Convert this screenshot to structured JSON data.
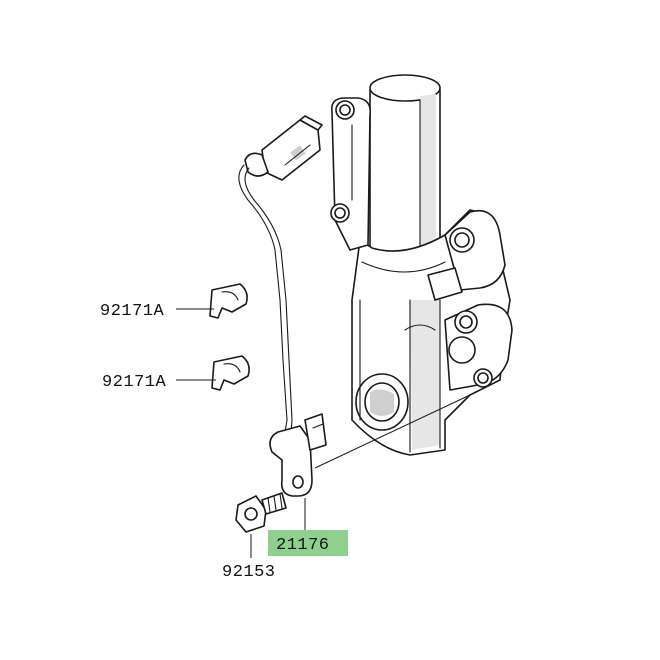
{
  "diagram": {
    "parts": [
      {
        "id": "clip_upper",
        "label": "92171A",
        "icon": "wire-clip-icon"
      },
      {
        "id": "clip_lower",
        "label": "92171A",
        "icon": "wire-clip-icon"
      },
      {
        "id": "sensor",
        "label": "21176",
        "icon": "abs-sensor-icon",
        "highlighted": true
      },
      {
        "id": "bolt",
        "label": "92153",
        "icon": "flange-bolt-icon"
      }
    ],
    "colors": {
      "highlight": "#8fd08f",
      "line": "#1a1a1a",
      "shade": "#e6e6e6"
    }
  }
}
